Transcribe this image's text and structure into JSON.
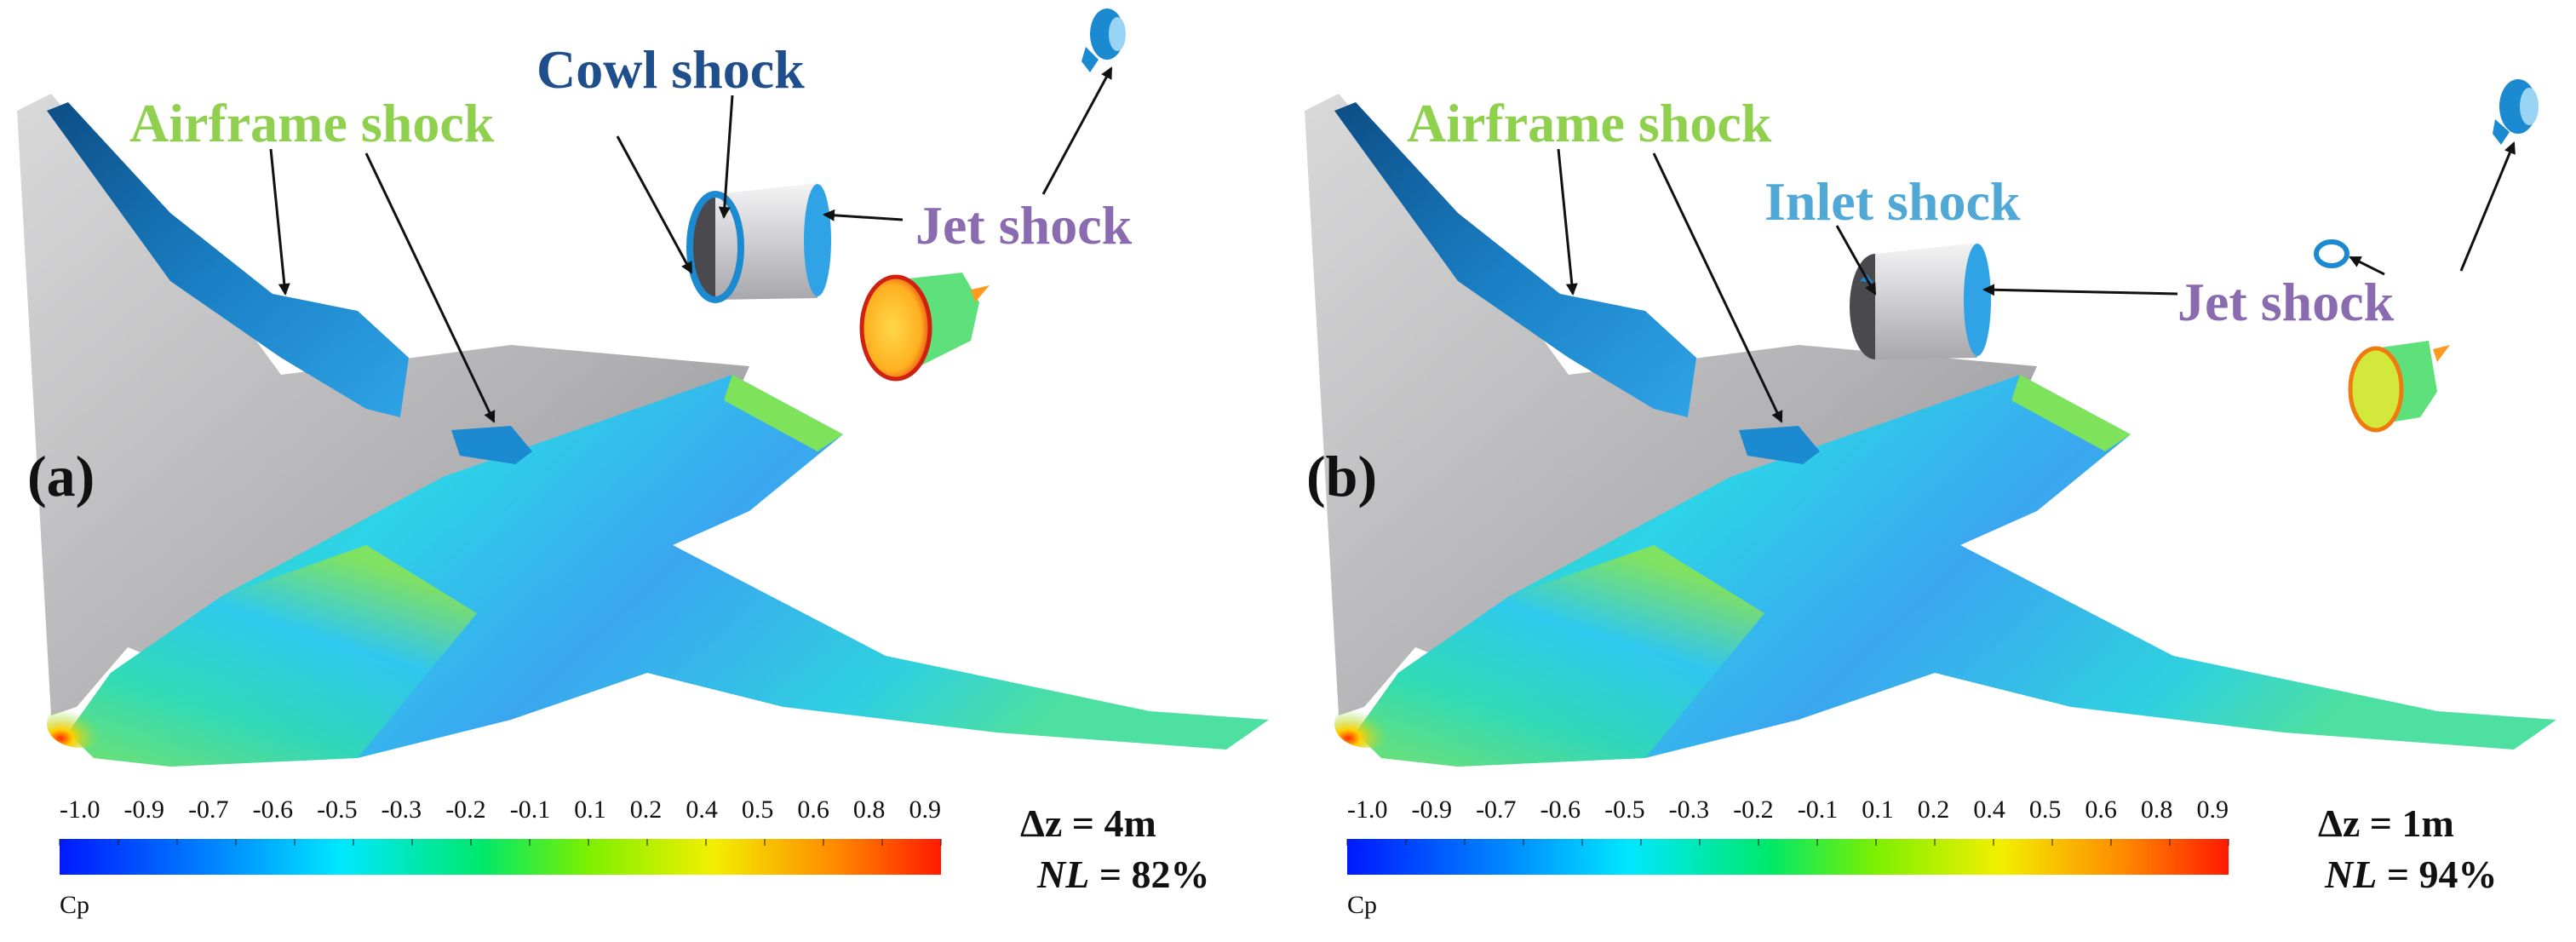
{
  "colors": {
    "airframe_label": "#8fd14f",
    "cowl_label": "#1f4e8c",
    "inlet_label": "#4fa8d6",
    "jet_label": "#8a6bb0",
    "shock_blue": "#1b8ad0",
    "shock_blue_dark": "#0e5a96",
    "surface_grey": "#b9b9bb"
  },
  "colorbar": {
    "title": "Cp",
    "ticks": [
      "-1.0",
      "-0.9",
      "-0.7",
      "-0.6",
      "-0.5",
      "-0.3",
      "-0.2",
      "-0.1",
      "0.1",
      "0.2",
      "0.4",
      "0.5",
      "0.6",
      "0.8",
      "0.9"
    ],
    "range": [
      -1.0,
      0.9
    ],
    "colormap": "rainbow (blue-cyan-green-yellow-red)"
  },
  "panels": [
    {
      "label": "(a)",
      "annotations": {
        "airframe": "Airframe shock",
        "engine": "Cowl shock",
        "jet": "Jet shock"
      },
      "stats": {
        "dz_symbol": "Δz",
        "dz_value": "= 4m",
        "nl_symbol": "NL",
        "nl_value": "= 82%"
      }
    },
    {
      "label": "(b)",
      "annotations": {
        "airframe": "Airframe shock",
        "engine": "Inlet shock",
        "jet": "Jet shock"
      },
      "stats": {
        "dz_symbol": "Δz",
        "dz_value": "= 1m",
        "nl_symbol": "NL",
        "nl_value": "= 94%"
      }
    }
  ]
}
